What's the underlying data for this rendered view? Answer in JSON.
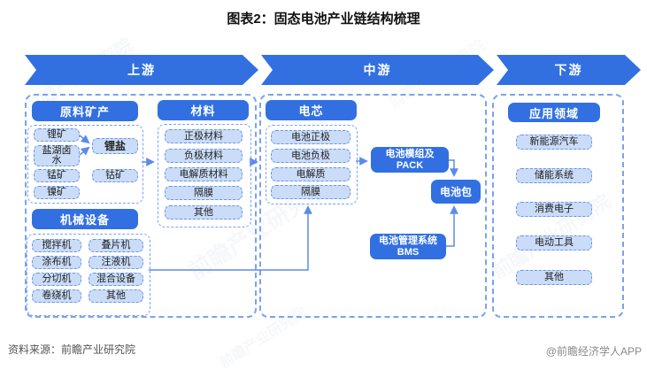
{
  "title": "图表2：固态电池产业链结构梳理",
  "banners": {
    "upstream": "上游",
    "midstream": "中游",
    "downstream": "下游"
  },
  "mineral": {
    "header": "原料矿产",
    "lithium_ore": "锂矿",
    "salt_lake_brine": "盐湖卤水",
    "lithium_salt": "锂盐",
    "manganese_ore": "锰矿",
    "cobalt_ore": "钴矿",
    "nickel_ore": "镍矿"
  },
  "machinery": {
    "header": "机械设备",
    "items": [
      "搅拌机",
      "叠片机",
      "涂布机",
      "注液机",
      "分切机",
      "混合设备",
      "卷绕机",
      "其他"
    ]
  },
  "materials": {
    "header": "材料",
    "items": [
      "正极材料",
      "负极材料",
      "电解质材料",
      "隔膜",
      "其他"
    ]
  },
  "cell": {
    "header": "电芯",
    "items": [
      "电池正极",
      "电池负极",
      "电解质",
      "隔膜"
    ]
  },
  "midstream_nodes": {
    "pack_line1": "电池模组及",
    "pack_line2": "PACK",
    "battery_pack": "电池包",
    "bms_line1": "电池管理系统",
    "bms_line2": "BMS"
  },
  "application": {
    "header": "应用领域",
    "items": [
      "新能源汽车",
      "储能系统",
      "消费电子",
      "电动工具",
      "其他"
    ]
  },
  "footer": {
    "source": "资料来源：前瞻产业研究院",
    "credit": "@前瞻经济学人APP"
  },
  "watermark": {
    "text": "前瞻产业研究院"
  },
  "colors": {
    "accent": "#3270E2",
    "chip_fill": "#CADCF7",
    "chip_border": "#6796EA",
    "line": "#5B8CEC"
  }
}
